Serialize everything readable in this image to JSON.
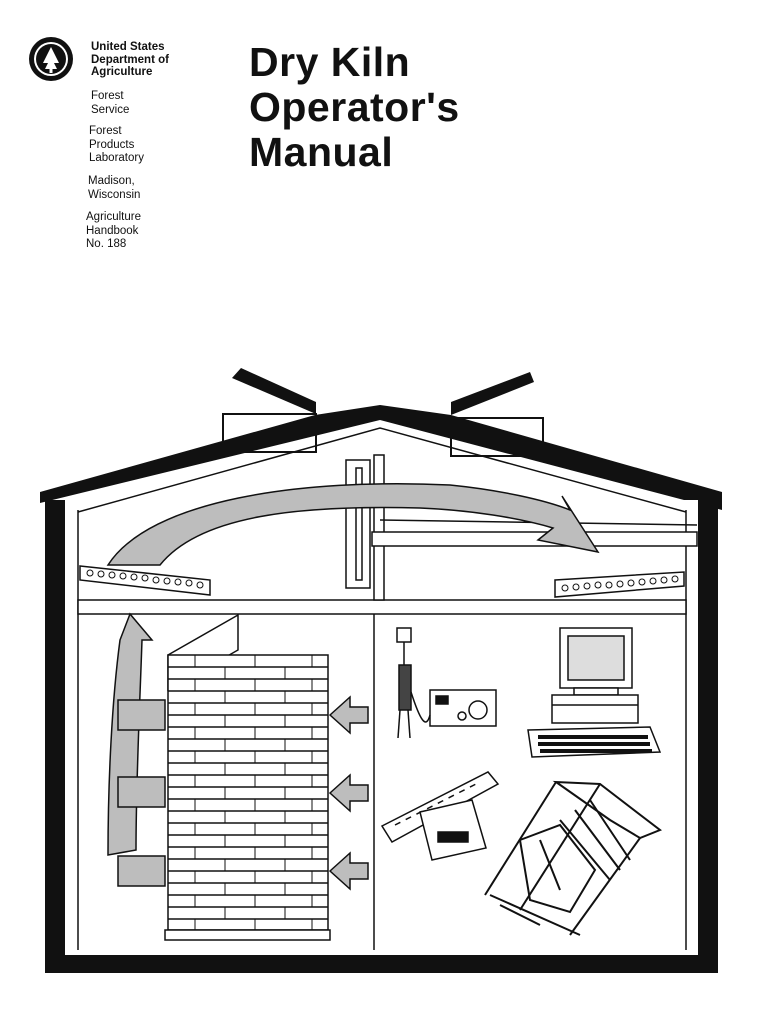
{
  "header": {
    "agency": [
      "United States",
      "Department of",
      "Agriculture"
    ],
    "unit": [
      "Forest",
      "Service"
    ],
    "lab": [
      "Forest",
      "Products",
      "Laboratory"
    ],
    "location": [
      "Madison,",
      "Wisconsin"
    ],
    "series": [
      "Agriculture",
      "Handbook",
      "No.  188"
    ]
  },
  "title": {
    "lines": [
      "Dry Kiln",
      "Operator's",
      "Manual"
    ]
  },
  "illustration": {
    "logo_icon": "usda-forest-service-shield-icon",
    "icons": [
      "airflow-arrow-icon",
      "lumber-stack-icon",
      "moisture-meter-icon",
      "computer-icon",
      "sample-board-icon",
      "scale-icon",
      "kiln-frame-icon"
    ]
  }
}
